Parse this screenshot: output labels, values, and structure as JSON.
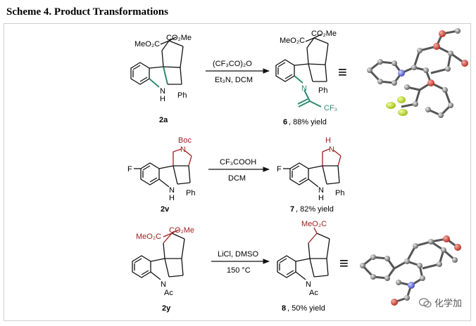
{
  "title": "Scheme 4. Product Transformations",
  "rows": [
    {
      "start_label": "2a",
      "start_ester_left": "MeO₂C",
      "start_ester_right": "CO₂Me",
      "start_nh": "N",
      "start_h": "H",
      "start_ph": "Ph",
      "reagent_top": "(CF₃CO)₂O",
      "reagent_bottom": "Et₃N, DCM",
      "prod_ester_left": "MeO₂C",
      "prod_ester_right": "CO₂Me",
      "prod_n": "N",
      "prod_ph": "Ph",
      "prod_cf3": "CF₃",
      "product_num": "6",
      "product_yield": ", 88% yield",
      "equiv": "≡"
    },
    {
      "start_label": "2v",
      "start_boc": "Boc",
      "start_n_top": "N",
      "start_f": "F",
      "start_nh": "N",
      "start_h": "H",
      "start_ph": "Ph",
      "reagent_top": "CF₃COOH",
      "reagent_bottom": "DCM",
      "prod_h_top": "H",
      "prod_n_top": "N",
      "prod_f": "F",
      "prod_nh": "N",
      "prod_h": "H",
      "prod_ph": "Ph",
      "product_num": "7",
      "product_yield": ", 82% yield"
    },
    {
      "start_label": "2y",
      "start_ester_left": "MeO₂C",
      "start_ester_right": "CO₂Me",
      "start_n": "N",
      "start_ac": "Ac",
      "reagent_top": "LiCl, DMSO",
      "reagent_bottom": "150 °C",
      "prod_ester": "MeO₂C",
      "prod_n": "N",
      "prod_ac": "Ac",
      "product_num": "8",
      "product_yield": ", 50% yield",
      "equiv": "≡"
    }
  ],
  "watermark": "化学加",
  "colors": {
    "highlight_green": "#2e8b70",
    "highlight_red": "#9b1c1c",
    "bond": "#111111"
  }
}
